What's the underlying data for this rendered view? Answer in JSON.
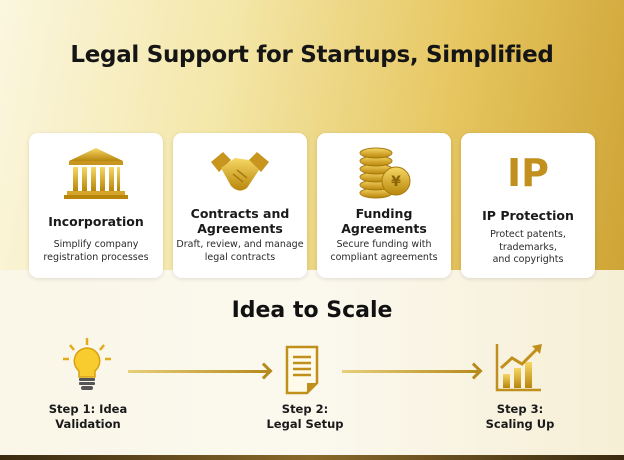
{
  "title": "Legal Support for Startups, Simplified",
  "cards": [
    {
      "icon": "courthouse-icon",
      "title": "Incorporation",
      "desc": [
        "Simplify company",
        "registration processes"
      ]
    },
    {
      "icon": "handshake-icon",
      "title": [
        "Contracts and",
        "Agreements"
      ],
      "desc": [
        "Draft, review, and manage",
        "legal contracts"
      ]
    },
    {
      "icon": "coins-icon",
      "title": [
        "Funding",
        "Agreements"
      ],
      "desc": [
        "Secure funding with",
        "compliant agreements"
      ]
    },
    {
      "icon": "ip-icon",
      "icon_text": "IP",
      "title": "IP Protection",
      "desc": [
        "Protect patents, trademarks,",
        "and copyrights"
      ]
    }
  ],
  "process": {
    "title": "Idea to Scale",
    "steps": [
      {
        "icon": "lightbulb-icon",
        "label": [
          "Step 1: Idea",
          "Validation"
        ]
      },
      {
        "icon": "document-icon",
        "label": [
          "Step 2:",
          "Legal Setup"
        ]
      },
      {
        "icon": "growth-chart-icon",
        "label": [
          "Step 3:",
          "Scaling Up"
        ]
      }
    ]
  },
  "colors": {
    "gold": "#c99a22",
    "text": "#151515"
  }
}
